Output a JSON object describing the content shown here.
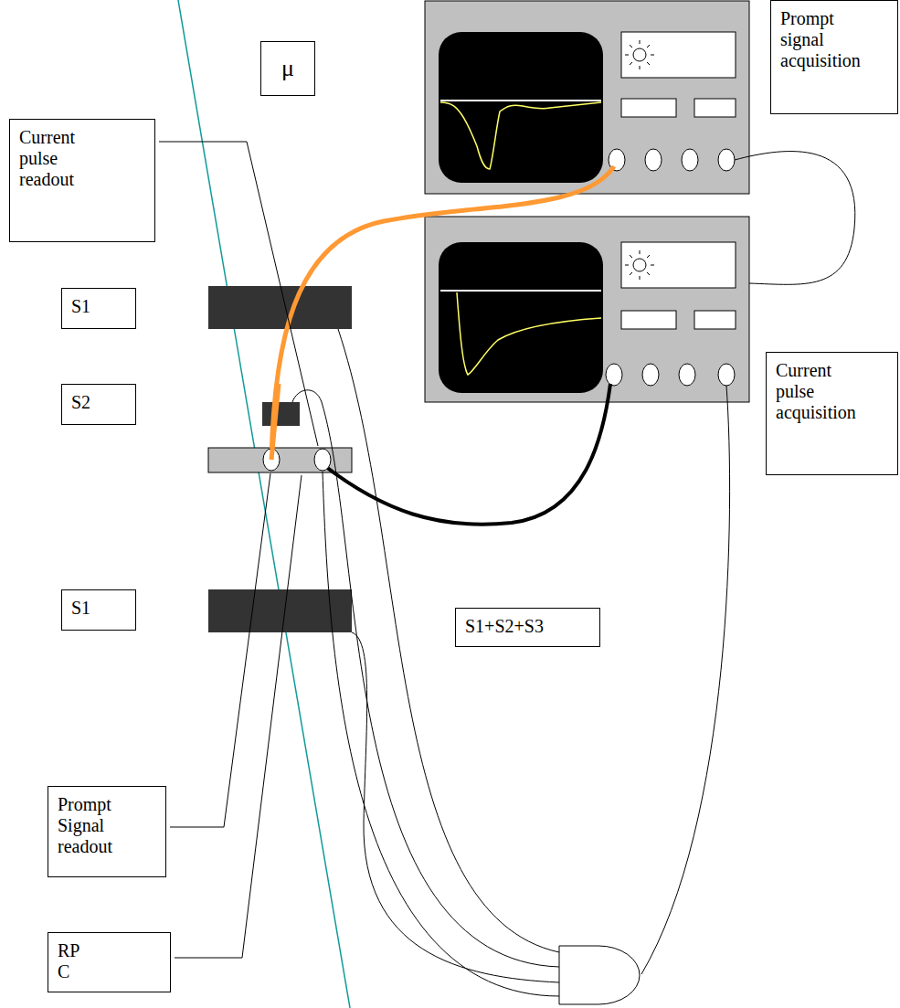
{
  "diagram": {
    "nodes": [
      {
        "text": [
          "Prompt signal acquisition"
        ]
      },
      {
        "text": [
          "μ"
        ]
      },
      {
        "text": [
          "Current pulse readout"
        ]
      },
      {
        "text": [
          "S1"
        ]
      },
      {
        "text": [
          "Current pulse acquisition"
        ]
      },
      {
        "text": [
          "S2"
        ]
      },
      {
        "text": [
          "S1"
        ]
      },
      {
        "text": [
          "S1+S2+S3"
        ]
      },
      {
        "text": [
          "Prompt Signal readout"
        ]
      },
      {
        "text": [
          "RPC"
        ]
      }
    ]
  }
}
